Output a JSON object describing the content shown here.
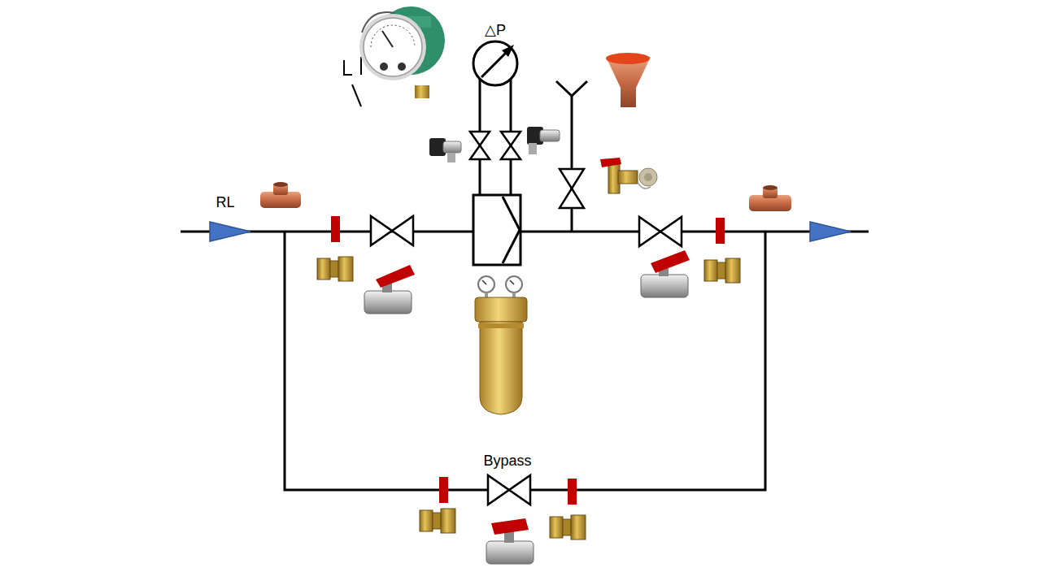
{
  "diagram": {
    "labels": [
      "RL",
      "△P",
      "Bypass"
    ]
  }
}
